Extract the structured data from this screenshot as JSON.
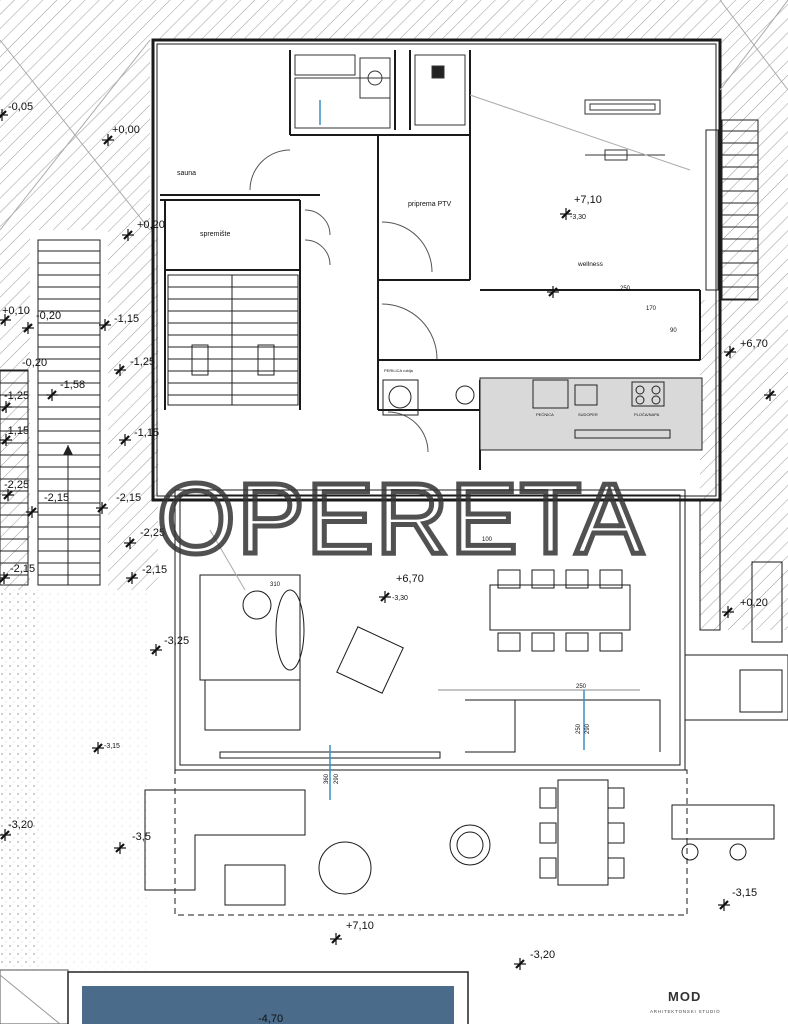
{
  "rooms": {
    "sauna": "sauna",
    "storage": "spremište",
    "hot_water_prep": "priprema PTV",
    "wellness": "wellness"
  },
  "levels": {
    "wellness_floor": "+7,10",
    "wellness_ceiling": "-3,30",
    "living_floor": "+6,70",
    "living_ceiling": "-3,30",
    "terrace": "+7,10",
    "east_side": "+6,70",
    "west_top": "-0,05",
    "west_zero": "+0,00",
    "stair_a": "+0,20",
    "stair_b": "+0,10",
    "stair_c": "-0,20",
    "stair_d": "-0,20",
    "stair_e": "-1,15",
    "stair_f": "-1,25",
    "stair_g": "-1,58",
    "stair_h": "-1,25",
    "stair_i": "-1,15",
    "stair_j": "-1,15",
    "stair_k": "-2,25",
    "stair_l": "-2,15",
    "stair_m": "-2,15",
    "stair_n": "-2,25",
    "stair_o": "-2,15",
    "stair_p": "-2,15",
    "left_mid": "-3,25",
    "left_low": "-3,15",
    "left_bottom": "-3,20",
    "terrace_left": "-3,5",
    "terrace_right": "-3,15",
    "bottom_center": "-3,20",
    "east_lower": "+0,20",
    "pool": "-4,70"
  },
  "dims": {
    "d250": "250",
    "d290": "290",
    "d360": "360",
    "d310": "310",
    "d100": "100",
    "d170": "170",
    "d90": "90"
  },
  "kitchen_labels": {
    "pecnica": "PEĆNICA",
    "sudoper": "SUDOPER",
    "ploca": "PLOČA/NAPA",
    "perilica": "PERILICA rublja"
  },
  "watermark": "OPERETA",
  "logo": {
    "mark": "MOD",
    "tagline": "ARHITEKTONSKI STUDIO"
  },
  "colors": {
    "line": "#1a1a1a",
    "hatch": "#9a9a9a",
    "kitchen_fill": "#d9d9d9",
    "pool": "#4a6b8a",
    "blue_dim": "#3a8fc6",
    "watermark": "#333333"
  }
}
